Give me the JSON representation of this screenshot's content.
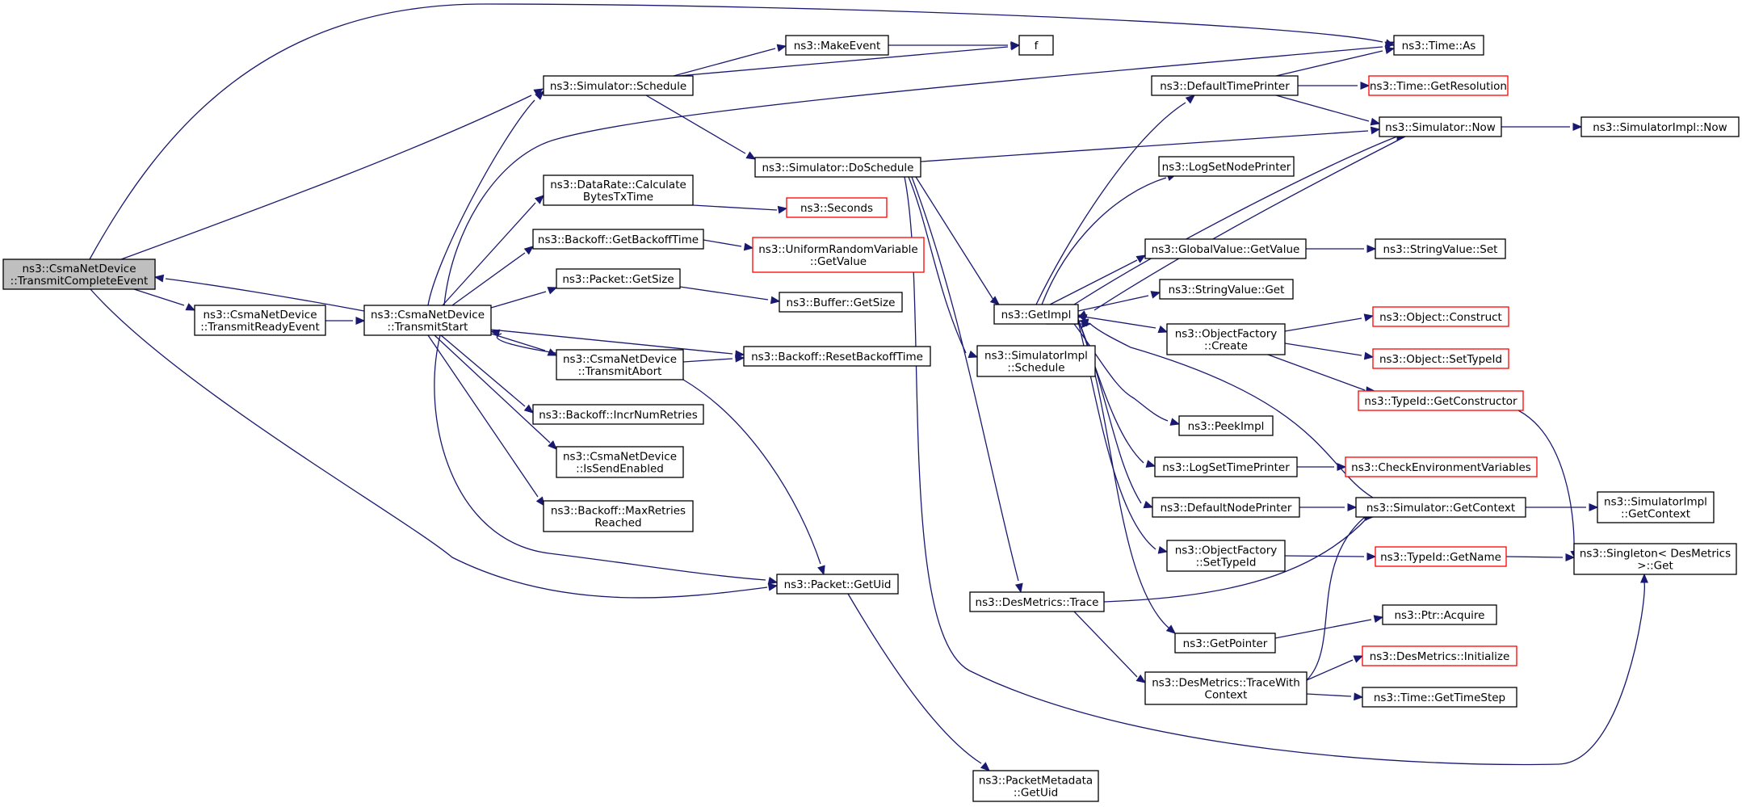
{
  "graph_title": "",
  "colors": {
    "edge": "#191970",
    "node_border": "#000000",
    "unresolved_border": "#ff0000",
    "root_fill": "#bfbfbf",
    "background": "#ffffff"
  },
  "nodes": {
    "root": [
      "ns3::CsmaNetDevice",
      "::TransmitCompleteEvent"
    ],
    "TransmitReadyEvent": [
      "ns3::CsmaNetDevice",
      "::TransmitReadyEvent"
    ],
    "TransmitStart": [
      "ns3::CsmaNetDevice",
      "::TransmitStart"
    ],
    "Schedule": [
      "ns3::Simulator::Schedule"
    ],
    "MakeEvent": [
      "ns3::MakeEvent"
    ],
    "f": [
      "f"
    ],
    "TimeAs": [
      "ns3::Time::As"
    ],
    "DoSchedule": [
      "ns3::Simulator::DoSchedule"
    ],
    "CalcBytes": [
      "ns3::DataRate::Calculate",
      "BytesTxTime"
    ],
    "Seconds": [
      "ns3::Seconds"
    ],
    "GetBackoffTime": [
      "ns3::Backoff::GetBackoffTime"
    ],
    "URVGetValue": [
      "ns3::UniformRandomVariable",
      "::GetValue"
    ],
    "PacketGetSize": [
      "ns3::Packet::GetSize"
    ],
    "BufferGetSize": [
      "ns3::Buffer::GetSize"
    ],
    "TransmitAbort": [
      "ns3::CsmaNetDevice",
      "::TransmitAbort"
    ],
    "ResetBackoffTime": [
      "ns3::Backoff::ResetBackoffTime"
    ],
    "IncrNumRetries": [
      "ns3::Backoff::IncrNumRetries"
    ],
    "IsSendEnabled": [
      "ns3::CsmaNetDevice",
      "::IsSendEnabled"
    ],
    "MaxRetries": [
      "ns3::Backoff::MaxRetries",
      "Reached"
    ],
    "PacketGetUid": [
      "ns3::Packet::GetUid"
    ],
    "PMGetUid": [
      "ns3::PacketMetadata",
      "::GetUid"
    ],
    "GetImpl": [
      "ns3::GetImpl"
    ],
    "SimImplSchedule": [
      "ns3::SimulatorImpl",
      "::Schedule"
    ],
    "DesTrace": [
      "ns3::DesMetrics::Trace"
    ],
    "DefaultTimePrinter": [
      "ns3::DefaultTimePrinter"
    ],
    "GetResolution": [
      "ns3::Time::GetResolution"
    ],
    "SimNow": [
      "ns3::Simulator::Now"
    ],
    "SimImplNow": [
      "ns3::SimulatorImpl::Now"
    ],
    "LogSetNodePrinter": [
      "ns3::LogSetNodePrinter"
    ],
    "GVGetValue": [
      "ns3::GlobalValue::GetValue"
    ],
    "SVSet": [
      "ns3::StringValue::Set"
    ],
    "SVGet": [
      "ns3::StringValue::Get"
    ],
    "OFCreate": [
      "ns3::ObjectFactory",
      "::Create"
    ],
    "ObjConstruct": [
      "ns3::Object::Construct"
    ],
    "ObjSetTypeId": [
      "ns3::Object::SetTypeId"
    ],
    "GetConstructor": [
      "ns3::TypeId::GetConstructor"
    ],
    "PeekImpl": [
      "ns3::PeekImpl"
    ],
    "LogSetTimePrinter": [
      "ns3::LogSetTimePrinter"
    ],
    "CheckEnv": [
      "ns3::CheckEnvironmentVariables"
    ],
    "DefaultNodePrinter": [
      "ns3::DefaultNodePrinter"
    ],
    "GetContext": [
      "ns3::Simulator::GetContext"
    ],
    "SimImplGetContext": [
      "ns3::SimulatorImpl",
      "::GetContext"
    ],
    "OFSetTypeId": [
      "ns3::ObjectFactory",
      "::SetTypeId"
    ],
    "GetName": [
      "ns3::TypeId::GetName"
    ],
    "SingletonGet": [
      "ns3::Singleton< DesMetrics",
      " >::Get"
    ],
    "GetPointer": [
      "ns3::GetPointer"
    ],
    "PtrAcquire": [
      "ns3::Ptr::Acquire"
    ],
    "TraceWithContext": [
      "ns3::DesMetrics::TraceWith",
      "Context"
    ],
    "DesInit": [
      "ns3::DesMetrics::Initialize"
    ],
    "GetTimeStep": [
      "ns3::Time::GetTimeStep"
    ]
  }
}
